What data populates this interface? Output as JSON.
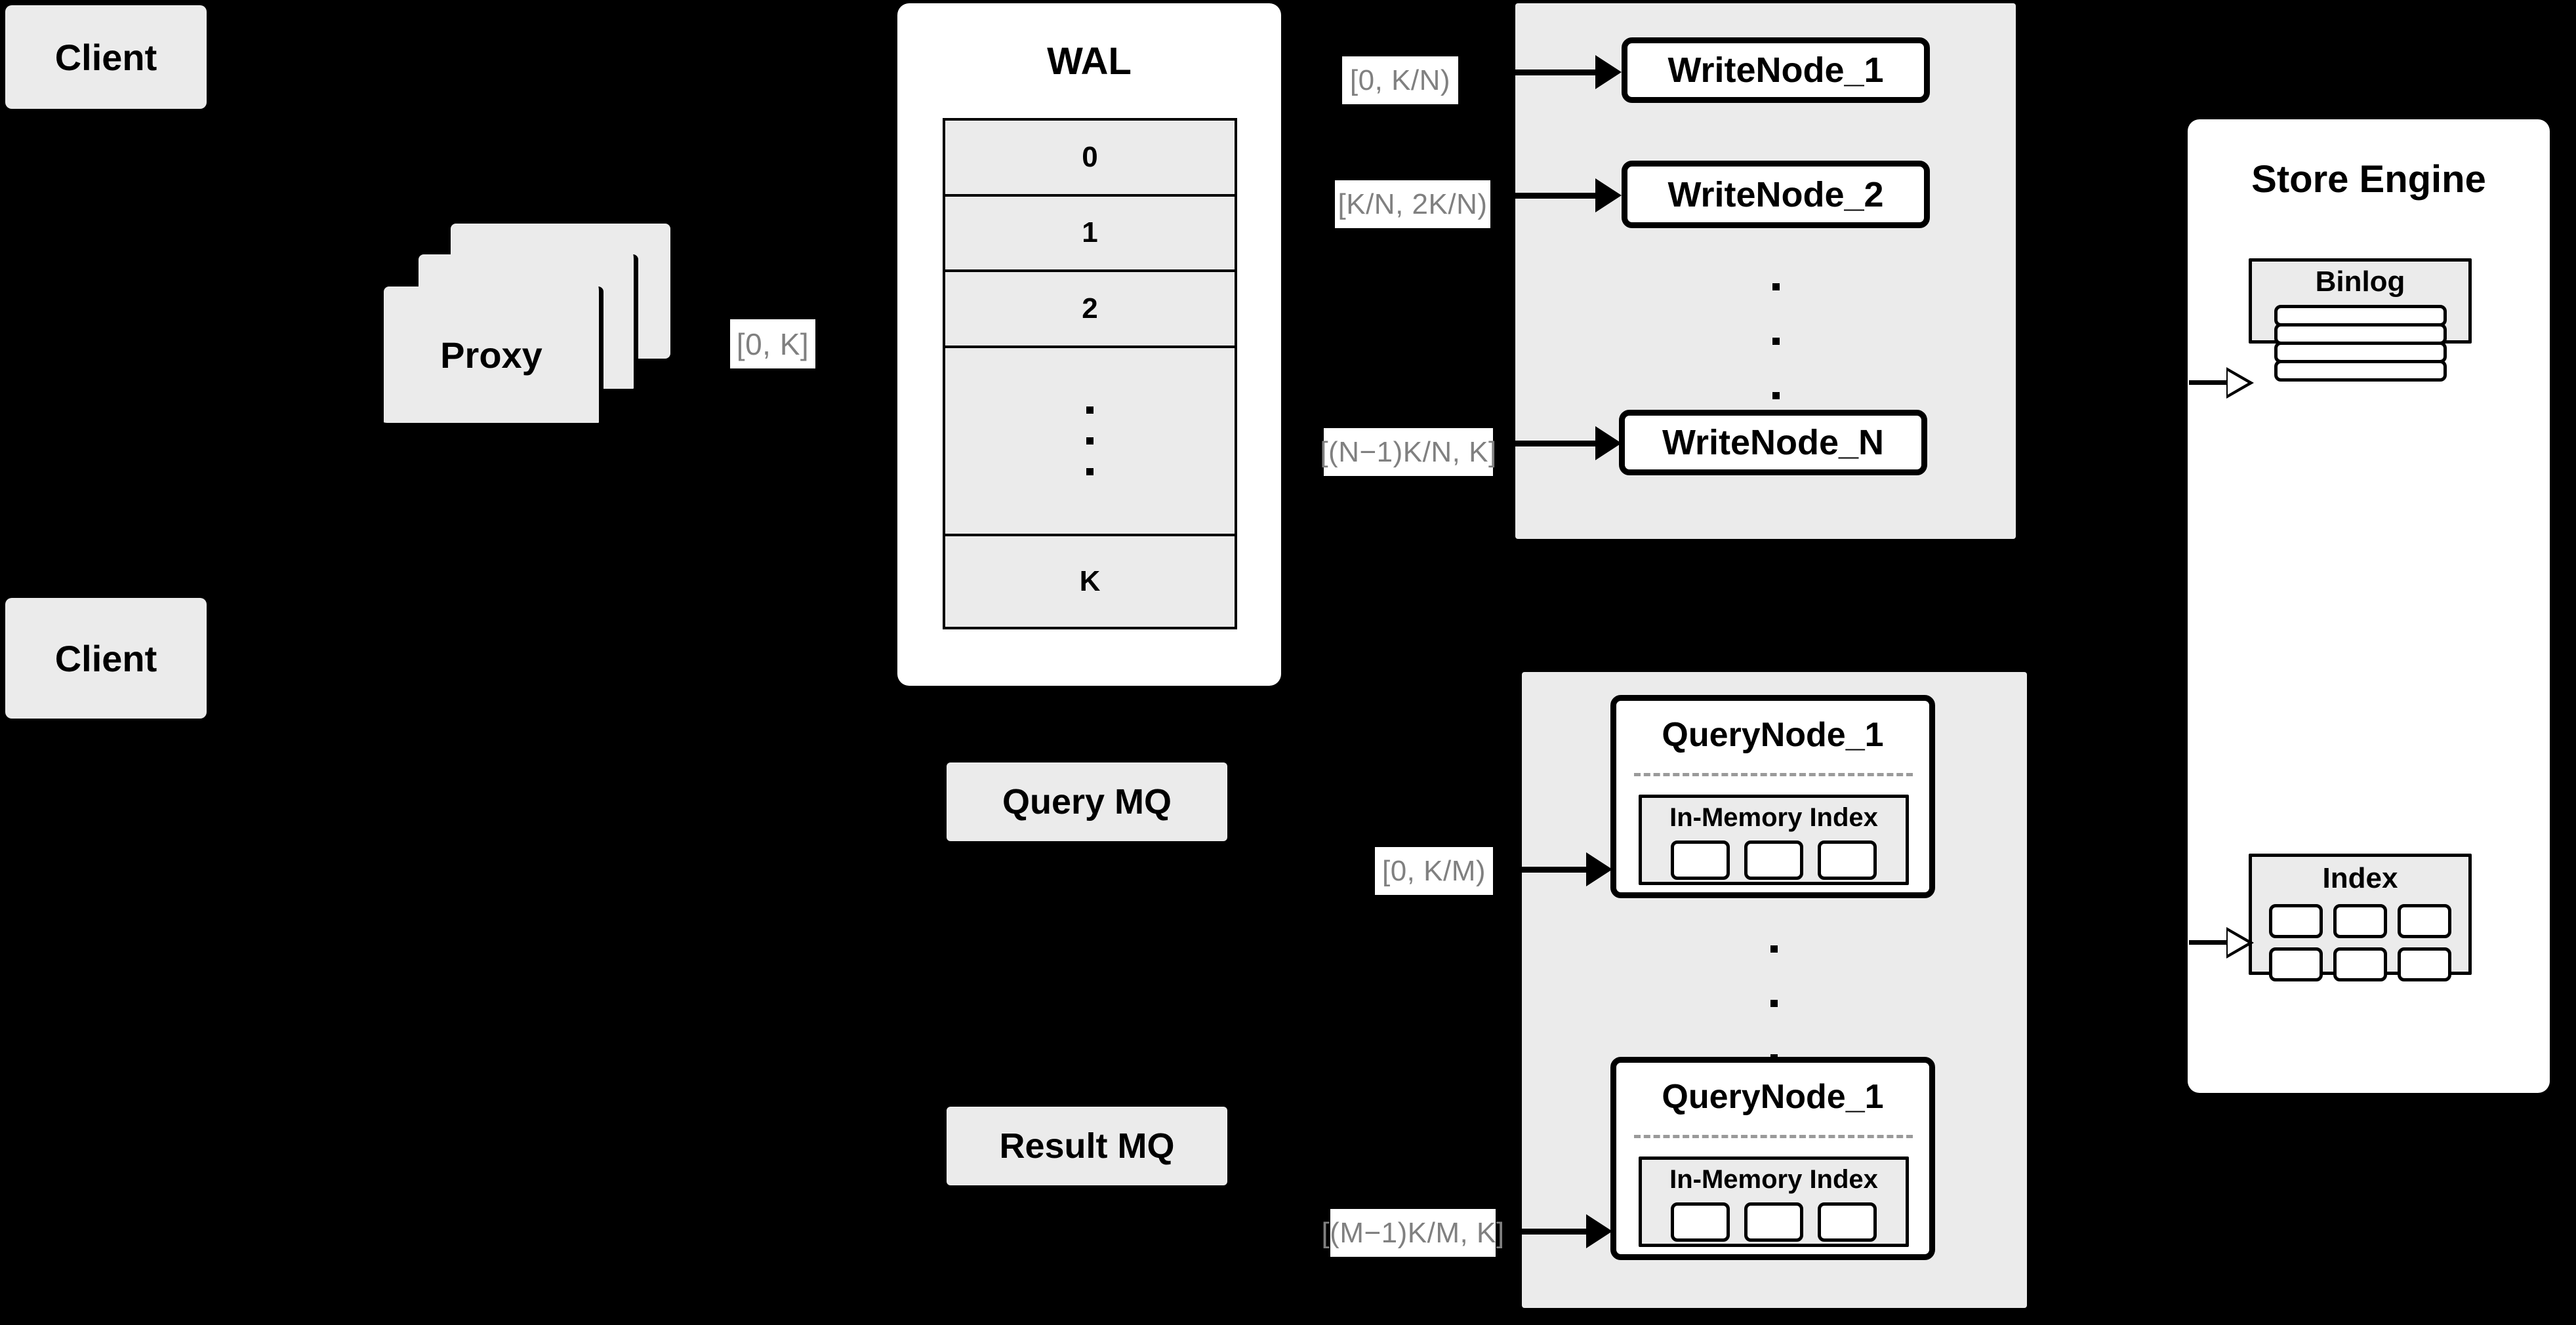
{
  "diagram": {
    "title": "Distributed write/query architecture",
    "background_color": "#000000",
    "card_fill": "#ebebeb",
    "panel_fill": "#ffffff",
    "stroke_color": "#000000",
    "tag_text_color": "#808080"
  },
  "clients": [
    {
      "label": "Client"
    },
    {
      "label": "Client"
    }
  ],
  "proxy": {
    "label": "Proxy",
    "stack_count": 3,
    "output_range": "[0, K]"
  },
  "wal": {
    "title": "WAL",
    "rows": [
      "0",
      "1",
      "2",
      "",
      "K"
    ],
    "ellipsis_row_index": 3
  },
  "write_cluster": {
    "nodes": [
      {
        "label": "WriteNode_1",
        "range": "[0,  K/N)"
      },
      {
        "label": "WriteNode_2",
        "range": "[K/N, 2K/N)"
      },
      {
        "label": "WriteNode_N",
        "range": "[(N−1)K/N,  K]"
      }
    ],
    "ellipsis_between": true
  },
  "query_cluster": {
    "nodes": [
      {
        "label": "QueryNode_1",
        "range": "[0, K/M)",
        "index": {
          "label": "In-Memory Index",
          "chip_count": 3
        }
      },
      {
        "label": "QueryNode_1",
        "range": "[(M−1)K/M, K]",
        "index": {
          "label": "In-Memory Index",
          "chip_count": 3
        }
      }
    ],
    "ellipsis_between": true
  },
  "queues": [
    {
      "label": "Query MQ"
    },
    {
      "label": "Result MQ"
    }
  ],
  "store_engine": {
    "title": "Store Engine",
    "binlog": {
      "title": "Binlog",
      "bar_count": 4
    },
    "index": {
      "title": "Index",
      "chip_count": 6,
      "rows": 2,
      "cols": 3
    }
  }
}
